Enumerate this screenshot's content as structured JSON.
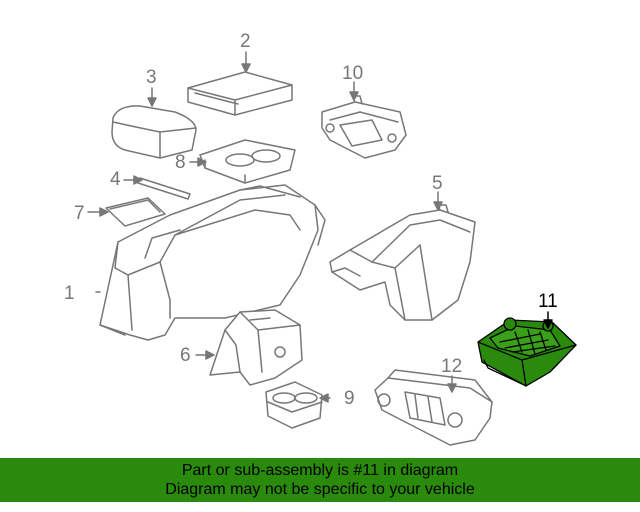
{
  "diagram": {
    "callouts": [
      "1",
      "2",
      "3",
      "4",
      "5",
      "6",
      "7",
      "8",
      "9",
      "10",
      "11",
      "12"
    ],
    "highlight_callout": "11",
    "colors": {
      "line": "#777777",
      "highlight_fill": "#2a8a0c",
      "highlight_line": "#000000"
    }
  },
  "footer": {
    "line1": "Part or sub-assembly is #11 in diagram",
    "line2": "Diagram may not be specific to your vehicle",
    "background": "#2a8a0c"
  }
}
